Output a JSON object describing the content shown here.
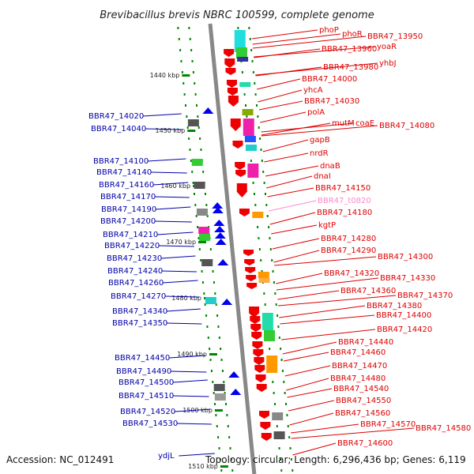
{
  "title": "Brevibacillus brevis NBRC 100599, complete genome",
  "accession": "Accession: NC_012491",
  "summary": "Topology: circular; Length: 6,296,436 bp; Genes: 6,119",
  "colors": {
    "right_label": "#dd0000",
    "left_label": "#0000aa",
    "rna_label": "#ff88cc",
    "backbone": "#888888",
    "tick": "#008800"
  },
  "scale_ticks": [
    "1440 kbp",
    "1450 kbp",
    "1460 kbp",
    "1470 kbp",
    "1480 kbp",
    "1490 kbp",
    "1500 kbp",
    "1510 kbp"
  ],
  "right_labels": [
    "phoP",
    "phoR",
    "BBR47_13950",
    "BBR47_13960",
    "yoaR",
    "yhbJ",
    "BBR47_13980",
    "BBR47_14000",
    "yhcA",
    "BBR47_14030",
    "polA",
    "mutM",
    "coaE",
    "BBR47_14080",
    "gapB",
    "nrdR",
    "dnaB",
    "dnaI",
    "BBR47_14150",
    "BBR47_t0820",
    "BBR47_14180",
    "kgtP",
    "BBR47_14280",
    "BBR47_14290",
    "BBR47_14300",
    "BBR47_14320",
    "BBR47_14330",
    "BBR47_14360",
    "BBR47_14370",
    "BBR47_14380",
    "BBR47_14400",
    "BBR47_14420",
    "BBR47_14440",
    "BBR47_14460",
    "BBR47_14470",
    "BBR47_14480",
    "BBR47_14540",
    "BBR47_14550",
    "BBR47_14560",
    "BBR47_14570",
    "BBR47_14580",
    "BBR47_14600"
  ],
  "left_labels": [
    "BBR47_14020",
    "BBR47_14040",
    "BBR47_14100",
    "BBR47_14140",
    "BBR47_14160",
    "BBR47_14170",
    "BBR47_14190",
    "BBR47_14200",
    "BBR47_14210",
    "BBR47_14220",
    "BBR47_14230",
    "BBR47_14240",
    "BBR47_14260",
    "BBR47_14270",
    "BBR47_14340",
    "BBR47_14350",
    "BBR47_14450",
    "BBR47_14490",
    "BBR47_14500",
    "BBR47_14510",
    "BBR47_14520",
    "BBR47_14530",
    "ydjL"
  ]
}
